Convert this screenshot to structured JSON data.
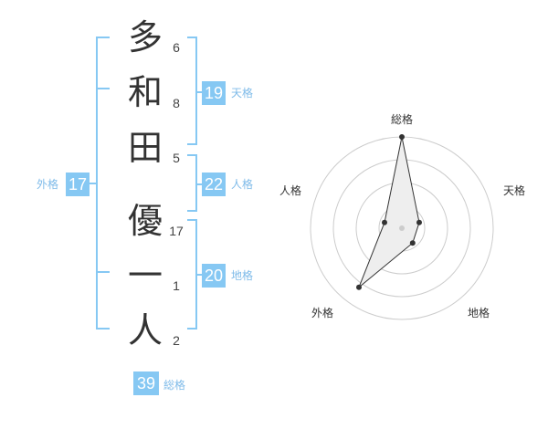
{
  "name_chars": [
    {
      "char": "多",
      "strokes": "6"
    },
    {
      "char": "和",
      "strokes": "8"
    },
    {
      "char": "田",
      "strokes": "5"
    },
    {
      "char": "優",
      "strokes": "17"
    },
    {
      "char": "一",
      "strokes": "1"
    },
    {
      "char": "人",
      "strokes": "2"
    }
  ],
  "fortunes": {
    "tenkaku": {
      "value": "19",
      "label": "天格"
    },
    "jinkaku": {
      "value": "22",
      "label": "人格"
    },
    "chikaku": {
      "value": "20",
      "label": "地格"
    },
    "gaikaku": {
      "value": "17",
      "label": "外格"
    },
    "soukaku": {
      "value": "39",
      "label": "総格"
    }
  },
  "radar": {
    "axes": [
      "総格",
      "天格",
      "地格",
      "外格",
      "人格"
    ],
    "values": [
      1.0,
      0.2,
      0.2,
      0.8,
      0.2
    ],
    "ring_count": 4,
    "colors": {
      "polygon_fill": "#eeeeee",
      "polygon_stroke": "#333333",
      "ring_stroke": "#cccccc",
      "point": "#333333",
      "center": "#cccccc"
    }
  },
  "colors": {
    "accent": "#86c8f3",
    "bracket": "#86c8f3",
    "label_text": "#7fbbe9"
  }
}
